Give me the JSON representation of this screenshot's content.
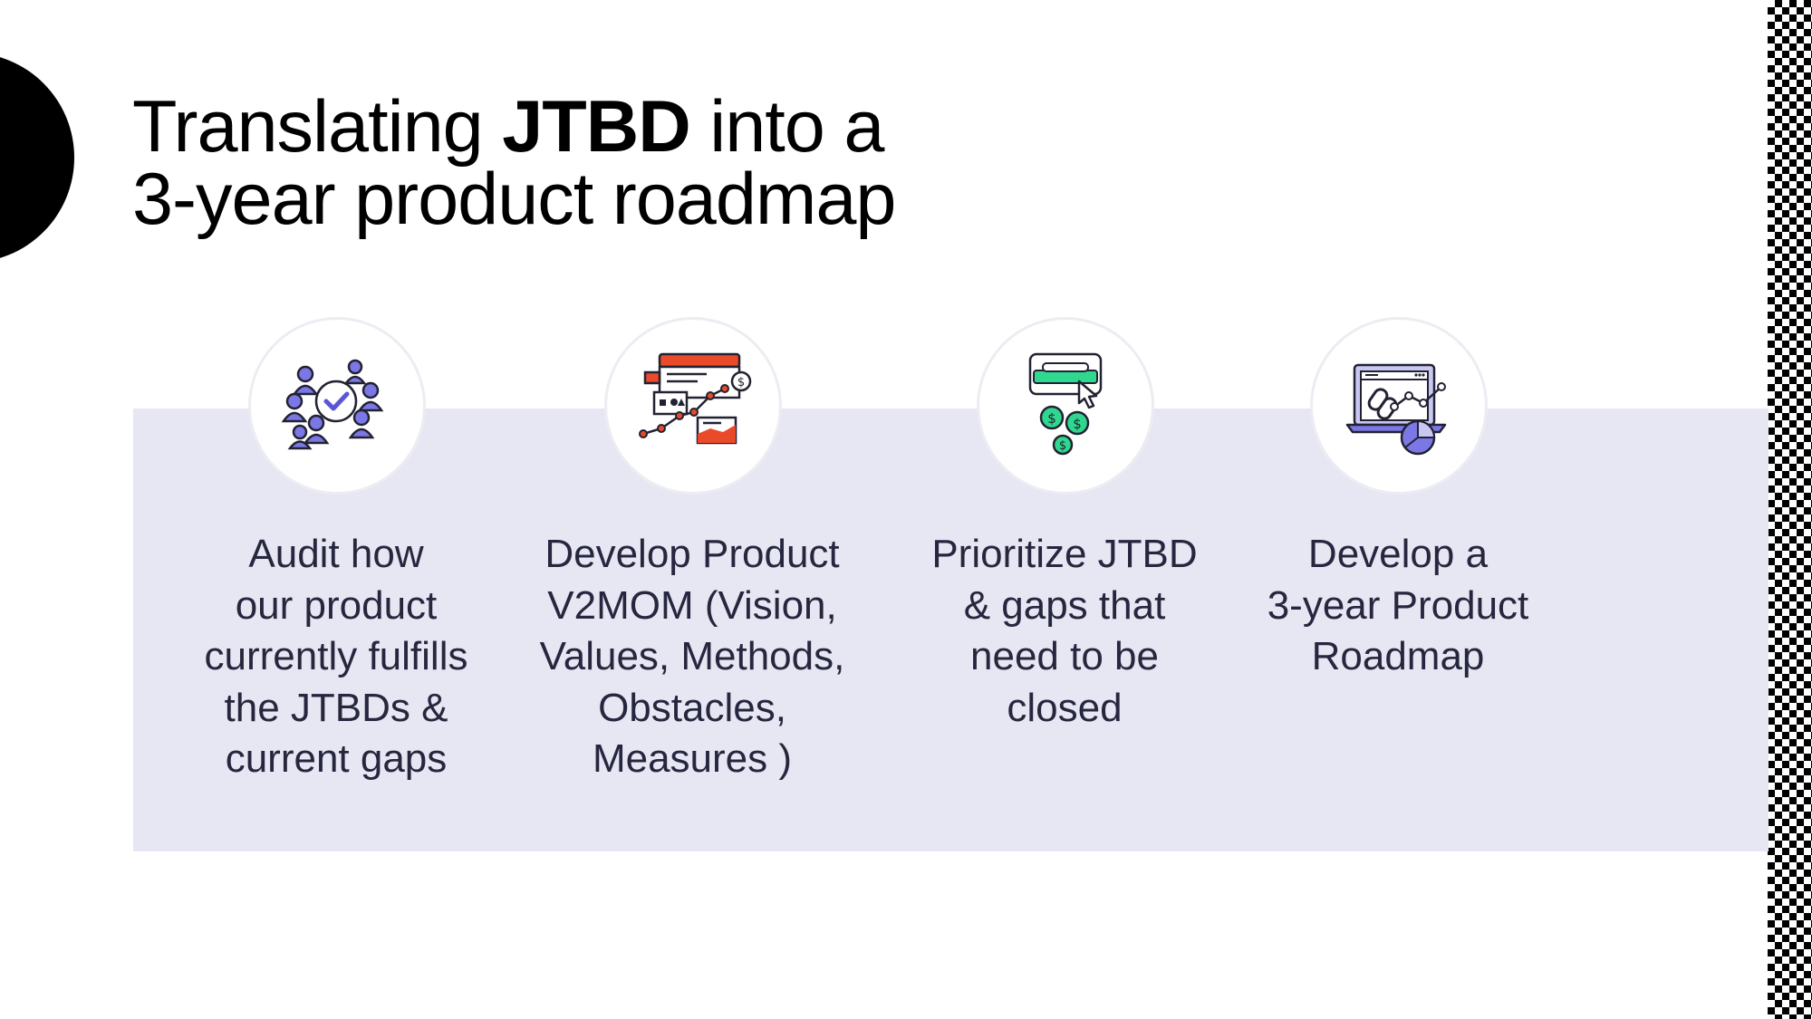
{
  "slide": {
    "title_prefix": "Translating ",
    "title_bold": "JTBD",
    "title_suffix": " into a",
    "title_line2": "3-year product roadmap"
  },
  "steps": [
    {
      "icon": "people-check-icon",
      "text": "Audit how\nour product\ncurrently fulfills\nthe JTBDs &\ncurrent gaps"
    },
    {
      "icon": "dashboard-growth-icon",
      "text": "Develop Product\nV2MOM (Vision,\nValues, Methods,\nObstacles,\nMeasures )"
    },
    {
      "icon": "payment-click-icon",
      "text": "Prioritize JTBD\n& gaps that\nneed to be\nclosed"
    },
    {
      "icon": "laptop-analytics-icon",
      "text": "Develop a\n3-year Product\nRoadmap"
    }
  ],
  "colors": {
    "band": "#e7e7f3",
    "text": "#26273f",
    "icon_purple": "#7b78e6",
    "icon_red": "#ea4a2a",
    "icon_green": "#2fd88f",
    "icon_outline": "#222233"
  }
}
